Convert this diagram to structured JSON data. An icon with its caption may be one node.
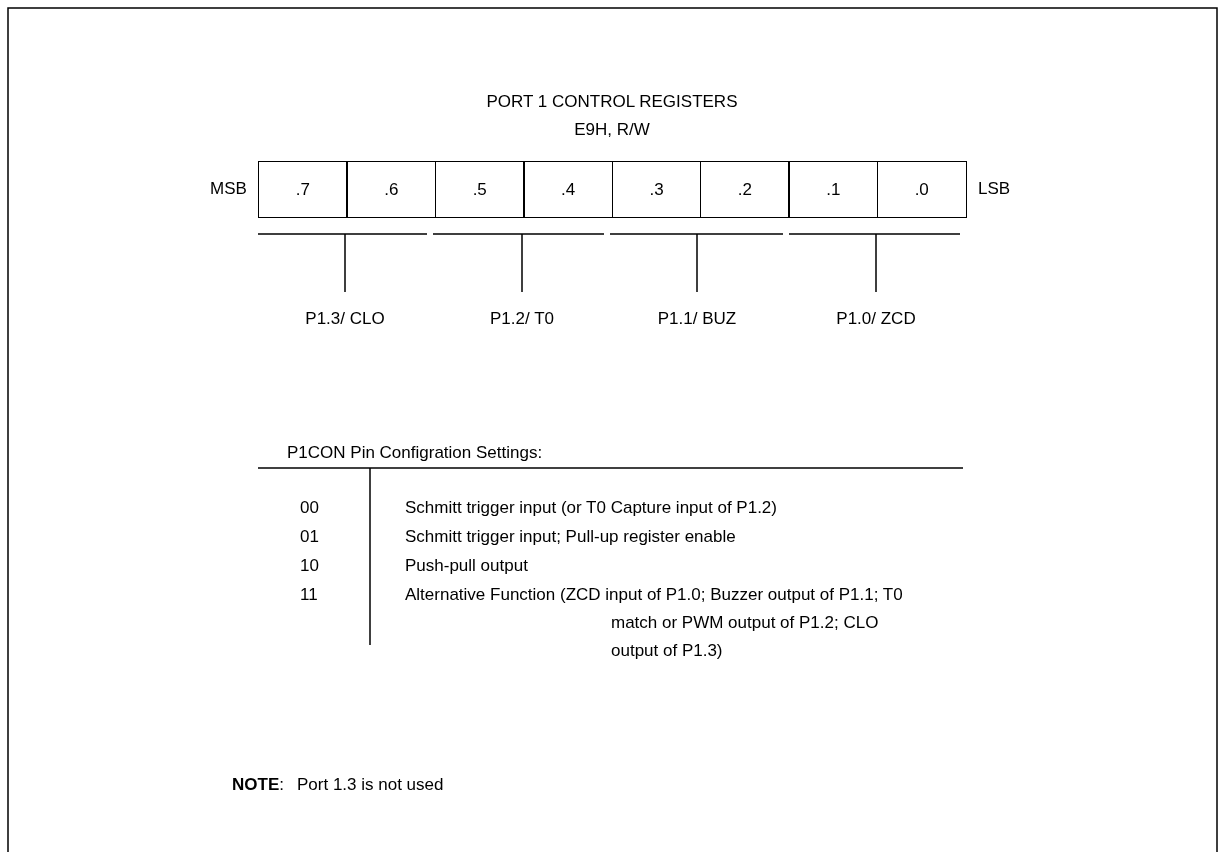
{
  "diagram": {
    "title": "PORT 1 CONTROL REGISTERS",
    "nodes": [
      {
        "text": [
          ".7"
        ]
      },
      {
        "text": [
          ".6"
        ]
      },
      {
        "text": [
          ".5"
        ]
      },
      {
        "text": [
          ".4"
        ]
      },
      {
        "text": [
          ".3"
        ]
      },
      {
        "text": [
          ".2"
        ]
      },
      {
        "text": [
          ".1"
        ]
      },
      {
        "text": [
          ".0"
        ]
      }
    ],
    "edges": [],
    "labels": [
      "E9H, R/W",
      "MSB",
      "LSB",
      "P1.3/ CLO",
      "P1.2/ T0",
      "P1.1/ BUZ",
      "P1.0/ ZCD",
      "P1CON Pin Configration Settings:",
      "00",
      "Schmitt trigger input (or T0 Capture input of P1.2)",
      "01",
      "Schmitt trigger input; Pull-up register enable",
      "10",
      "Push-pull output",
      "11",
      "Alternative Function (ZCD input of P1.0; Buzzer output of P1.1; T0 match or PWM output of P1.2; CLO output of P1.3)",
      "**NOTE**:",
      "Port 1.3 is not used"
    ]
  }
}
